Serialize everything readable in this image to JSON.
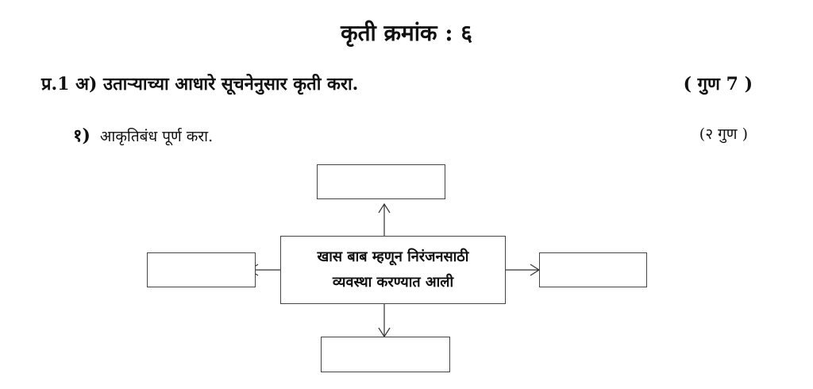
{
  "header": {
    "title": "कृती क्रमांक : ६"
  },
  "question": {
    "label": "प्र.1 अ) उताऱ्याच्या आधारे सूचनेनुसार कृती करा.",
    "marks": "( गुण 7 )"
  },
  "subquestion": {
    "number": "१)",
    "text": "आकृतिबंध पूर्ण करा.",
    "marks": "(२ गुण )"
  },
  "diagram": {
    "center_line1": "खास बाब म्हणून निरंजनसाठी",
    "center_line2": "व्यवस्था करण्यात आली",
    "boxes": [
      "",
      "",
      "",
      ""
    ]
  }
}
